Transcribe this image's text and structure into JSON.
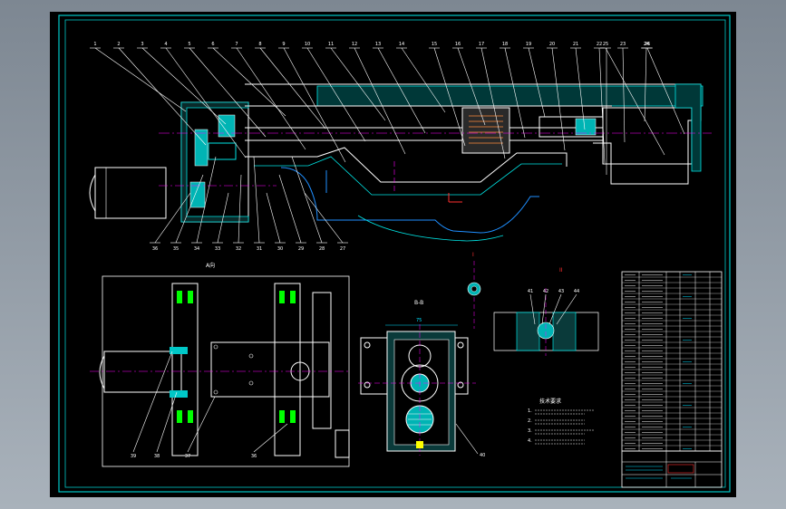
{
  "drawing": {
    "frame_color": "#00c8c8",
    "line_colors": {
      "outline": "#ffffff",
      "hatch": "#00e5e5",
      "center": "#ff00ff",
      "leader": "#ffffff",
      "dim": "#00e0ff",
      "accent": "#ff3030",
      "yellow": "#ffff00",
      "green": "#00ff00"
    }
  },
  "main_view": {
    "part_numbers_top": [
      "1",
      "2",
      "3",
      "4",
      "5",
      "6",
      "7",
      "8",
      "9",
      "10",
      "11",
      "12",
      "13",
      "14",
      "15",
      "16",
      "17",
      "18",
      "19",
      "20",
      "21",
      "22",
      "23",
      "24",
      "25",
      "26"
    ],
    "part_numbers_bottom": [
      "36",
      "35",
      "34",
      "33",
      "32",
      "31",
      "30",
      "29",
      "28",
      "27"
    ]
  },
  "plan_view": {
    "title": "A向",
    "part_numbers": [
      "39",
      "38",
      "37",
      "36"
    ]
  },
  "section_view": {
    "title": "B-B",
    "dim_top": "75",
    "part_number": "40"
  },
  "detail_views": {
    "marks": [
      "I",
      "II"
    ],
    "part_numbers": [
      "41",
      "42",
      "43",
      "44"
    ]
  },
  "tech_notes": {
    "title": "技术要求",
    "items": [
      "1.",
      "2.",
      "3.",
      "4."
    ]
  }
}
